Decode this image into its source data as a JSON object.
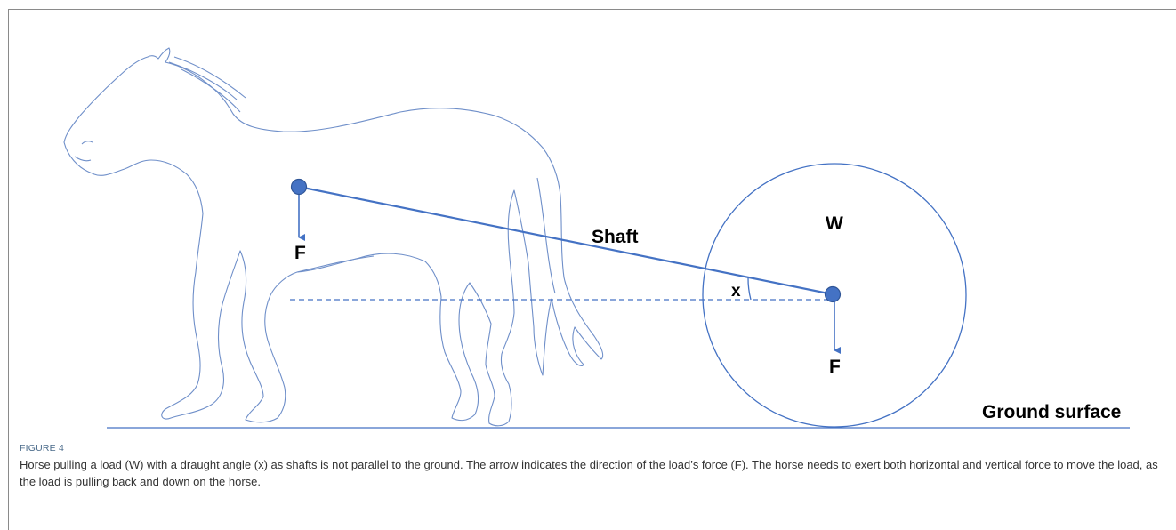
{
  "diagram": {
    "labels": {
      "shaft": "Shaft",
      "weight": "W",
      "angle": "x",
      "force_horse": "F",
      "force_load": "F",
      "ground": "Ground surface"
    },
    "colors": {
      "line": "#4472C4",
      "outline": "#6f8fc9",
      "text": "#000000",
      "caption_label": "#4a6a8a"
    }
  },
  "caption": {
    "figure_number": "FIGURE 4",
    "text": "Horse pulling a load (W) with a draught angle (x) as shafts is not parallel to the ground. The arrow indicates the direction of the load’s force (F). The horse needs to exert both horizontal and vertical force to move the load, as the load is pulling back and down on the horse."
  }
}
